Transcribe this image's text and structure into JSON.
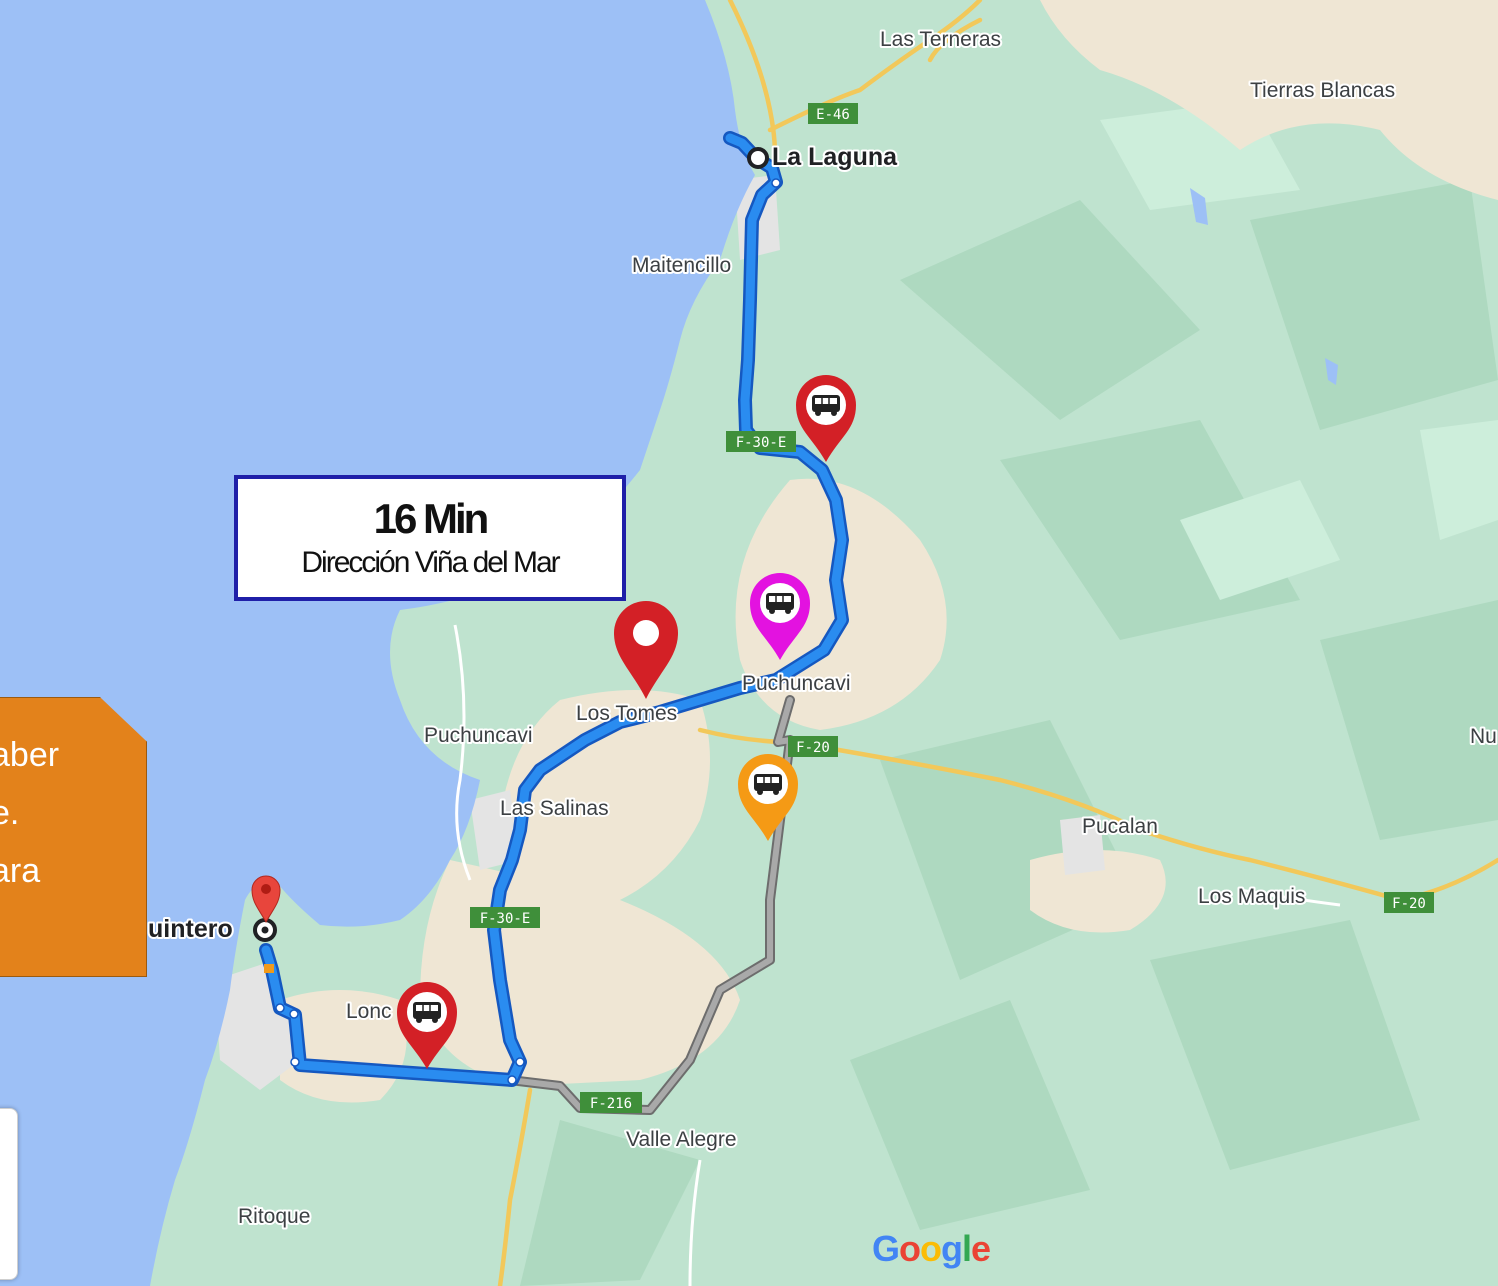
{
  "places": {
    "las_terneras": "Las Terneras",
    "tierras_blancas": "Tierras Blancas",
    "la_laguna": "La Laguna",
    "maitencillo": "Maitencillo",
    "puchuncavi_east": "Puchuncavi",
    "los_tomes": "Los Tomes",
    "puchuncavi_west": "Puchuncavi",
    "las_salinas": "Las Salinas",
    "quintero": "uintero",
    "loncura": "Lonc",
    "pucalan": "Pucalan",
    "los_maquis": "Los Maquis",
    "valle_alegre": "Valle Alegre",
    "ritoque": "Ritoque",
    "nu": "Nu"
  },
  "roads": {
    "e46": "E-46",
    "f30e_north": "F-30-E",
    "f30e_south": "F-30-E",
    "f20_center": "F-20",
    "f20_east": "F-20",
    "f216": "F-216"
  },
  "info_box": {
    "duration": "16 Min",
    "direction": "Dirección Viña del Mar"
  },
  "note": {
    "lines": [
      "aber",
      "e.",
      "ara",
      "."
    ]
  },
  "brand": {
    "letters": [
      "G",
      "o",
      "o",
      "g",
      "l",
      "e"
    ]
  },
  "icons": {
    "start": "origin-circle-icon",
    "end": "destination-circle-icon",
    "stop": "bus-stop-pin-icon",
    "pin": "location-pin-icon"
  },
  "colors": {
    "water": "#9dc0f6",
    "land": "#bfe3cf",
    "urban": "#efe6d4",
    "route": "#1a73e8",
    "route_alt": "#9e9e9e",
    "pin_red": "#d32026",
    "pin_magenta": "#e312e0",
    "pin_orange": "#f59a15",
    "note_bg": "#e3821b",
    "info_border": "#1f1fa8",
    "google_blue": "#4285f4",
    "google_red": "#ea4335",
    "google_yellow": "#fbbc05",
    "google_green": "#34a853"
  }
}
